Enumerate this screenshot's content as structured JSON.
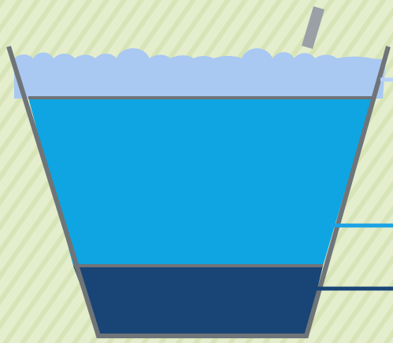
{
  "diagram": {
    "layers": [
      {
        "name": "foam",
        "color": "#a9c8f2"
      },
      {
        "name": "middle-liquid",
        "color": "#0ea5e2"
      },
      {
        "name": "bottom-sediment",
        "color": "#184576"
      }
    ],
    "colors": {
      "background": "#e4edcc",
      "background_stripe": "#d7e4b7",
      "vessel_outline": "#6f7478",
      "stick": "#9aa0a6",
      "foam_leader": "#b7d1f6",
      "middle_leader": "#1aa2e4",
      "bottom_leader": "#184576"
    }
  }
}
